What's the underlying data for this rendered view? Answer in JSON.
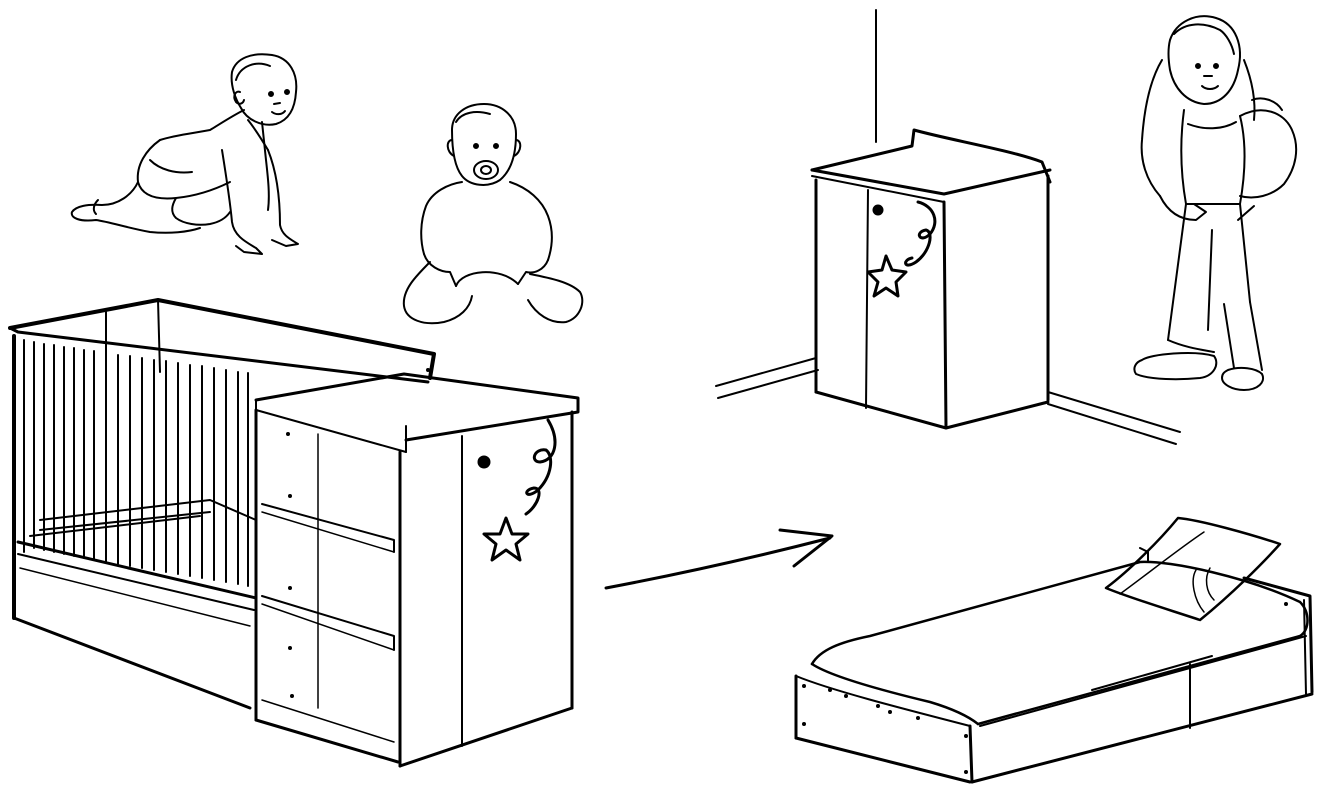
{
  "illustration": {
    "colors": {
      "ink": "#000000",
      "paper": "#ffffff"
    },
    "figures": [
      {
        "name": "crawling-baby",
        "icon": "crawling-baby-icon"
      },
      {
        "name": "sitting-baby",
        "icon": "sitting-baby-icon"
      },
      {
        "name": "standing-child",
        "icon": "standing-child-icon"
      }
    ],
    "furniture": [
      {
        "name": "cot-with-changing-unit",
        "icon": "convertible-cot-icon",
        "stage": "before"
      },
      {
        "name": "cabinet",
        "icon": "cabinet-icon",
        "stage": "after"
      },
      {
        "name": "junior-bed",
        "icon": "bed-icon",
        "stage": "after"
      }
    ],
    "transition": {
      "icon": "arrow-right-icon"
    }
  }
}
